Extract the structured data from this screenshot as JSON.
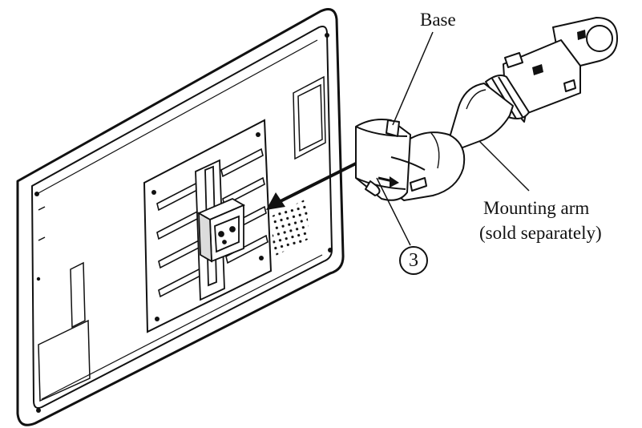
{
  "labels": {
    "base": "Base",
    "mounting_arm_line1": "Mounting arm",
    "mounting_arm_line2": "(sold separately)"
  },
  "step": {
    "number": "3"
  },
  "colors": {
    "ink": "#111111",
    "paper": "#ffffff",
    "shade": "#dcdcdc"
  }
}
